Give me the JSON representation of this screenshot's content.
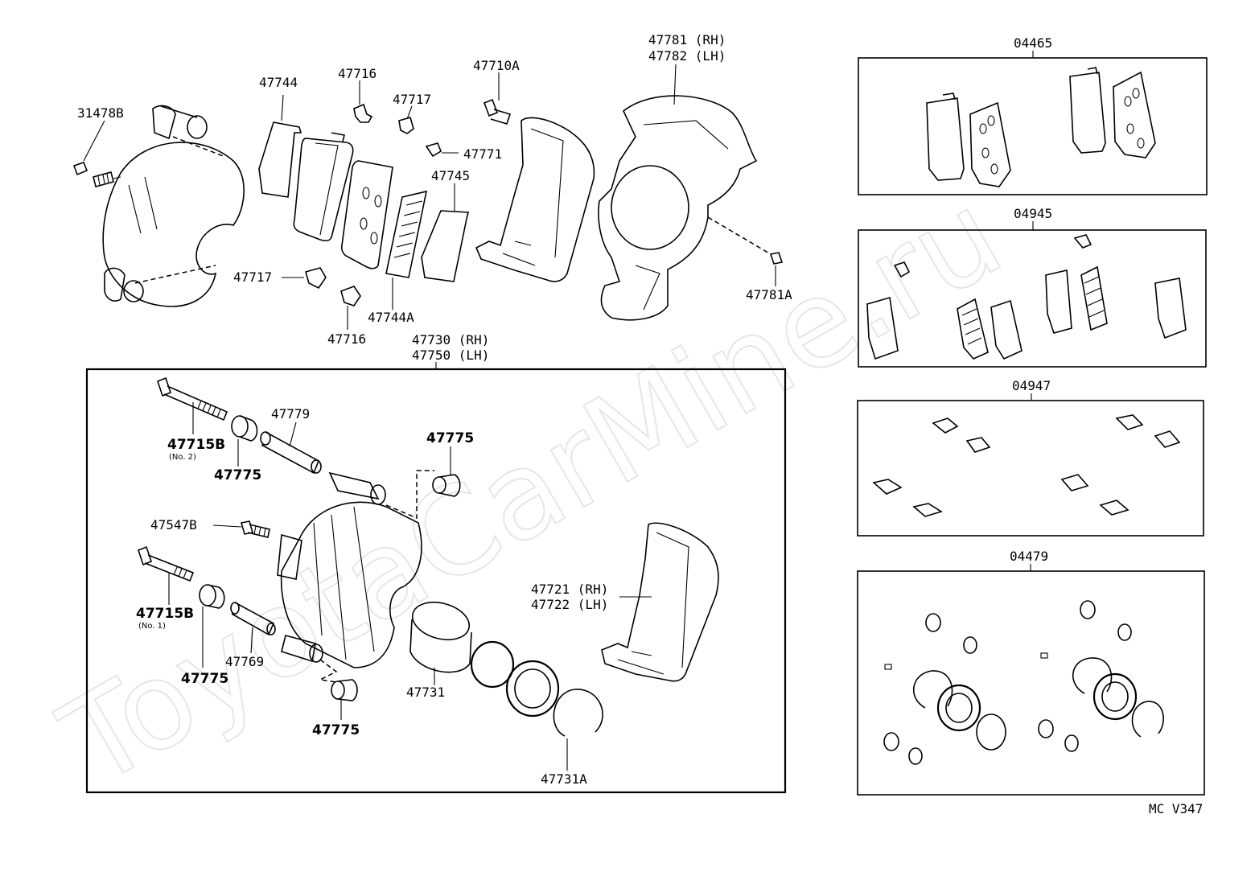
{
  "watermark": "ToyotaCarMine.ru",
  "drawing_code": "MC V347",
  "kits": {
    "pad_kit": "04465",
    "anti_squeal_kit": "04945",
    "fitting_kit": "04947",
    "cylinder_kit": "04479"
  },
  "caliper_assembly": {
    "rh": "47730 (RH)",
    "lh": "47750 (LH)"
  },
  "parts": {
    "p31478B": "31478B",
    "p47744": "47744",
    "p47716_top": "47716",
    "p47717_top": "47717",
    "p47710A": "47710A",
    "p47781_rh": "47781 (RH)",
    "p47782_lh": "47782 (LH)",
    "p47771": "47771",
    "p47745": "47745",
    "p47717_bot": "47717",
    "p47744A": "47744A",
    "p47716_bot": "47716",
    "p47781A": "47781A",
    "p47715B_no2": "47715B",
    "p47715B_no2_sub": "(No. 2)",
    "p47775_a": "47775",
    "p47779": "47779",
    "p47775_b": "47775",
    "p47547B": "47547B",
    "p47715B_no1": "47715B",
    "p47715B_no1_sub": "(No. 1)",
    "p47769": "47769",
    "p47775_c": "47775",
    "p47775_d": "47775",
    "p47731": "47731",
    "p47721_rh": "47721 (RH)",
    "p47722_lh": "47722 (LH)",
    "p47731A": "47731A"
  }
}
